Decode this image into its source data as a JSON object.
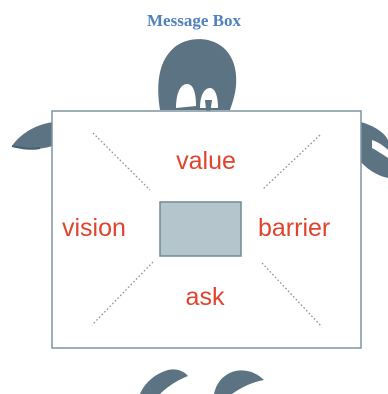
{
  "title": "Message Box",
  "labels": {
    "value": "value",
    "vision": "vision",
    "barrier": "barrier",
    "ask": "ask"
  },
  "colors": {
    "title": "#4f81bd",
    "label": "#e0432e",
    "figure": "#5b7383",
    "box_border": "#7f93a0",
    "center_box_fill": "#b4c5cc",
    "center_box_border": "#738894",
    "dotted_line": "#8a949a"
  },
  "icons": [
    "person-head-icon",
    "left-hand-icon",
    "right-hand-icon",
    "left-foot-icon",
    "right-foot-icon"
  ]
}
